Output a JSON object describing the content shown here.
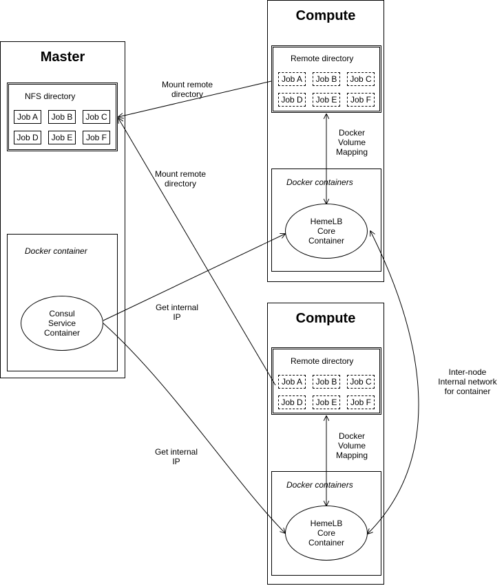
{
  "master": {
    "title": "Master",
    "nfs_label": "NFS directory",
    "jobs": [
      "Job A",
      "Job B",
      "Job C",
      "Job D",
      "Job E",
      "Job F"
    ],
    "container_label": "Docker container",
    "consul_line1": "Consul",
    "consul_line2": "Service",
    "consul_line3": "Container"
  },
  "compute1": {
    "title": "Compute",
    "remote_label": "Remote directory",
    "jobs": [
      "Job A",
      "Job B",
      "Job C",
      "Job D",
      "Job E",
      "Job F"
    ],
    "containers_label": "Docker containers",
    "core_line1": "HemeLB",
    "core_line2": "Core",
    "core_line3": "Container"
  },
  "compute2": {
    "title": "Compute",
    "remote_label": "Remote directory",
    "jobs": [
      "Job A",
      "Job B",
      "Job C",
      "Job D",
      "Job E",
      "Job F"
    ],
    "containers_label": "Docker containers",
    "core_line1": "HemeLB",
    "core_line2": "Core",
    "core_line3": "Container"
  },
  "edges": {
    "mount1_line1": "Mount remote",
    "mount1_line2": "directory",
    "mount2_line1": "Mount remote",
    "mount2_line2": "directory",
    "volume1_line1": "Docker",
    "volume1_line2": "Volume",
    "volume1_line3": "Mapping",
    "volume2_line1": "Docker",
    "volume2_line2": "Volume",
    "volume2_line3": "Mapping",
    "getip1_line1": "Get internal",
    "getip1_line2": "IP",
    "getip2_line1": "Get internal",
    "getip2_line2": "IP",
    "internode_line1": "Inter-node",
    "internode_line2": "Internal network",
    "internode_line3": "for container"
  }
}
